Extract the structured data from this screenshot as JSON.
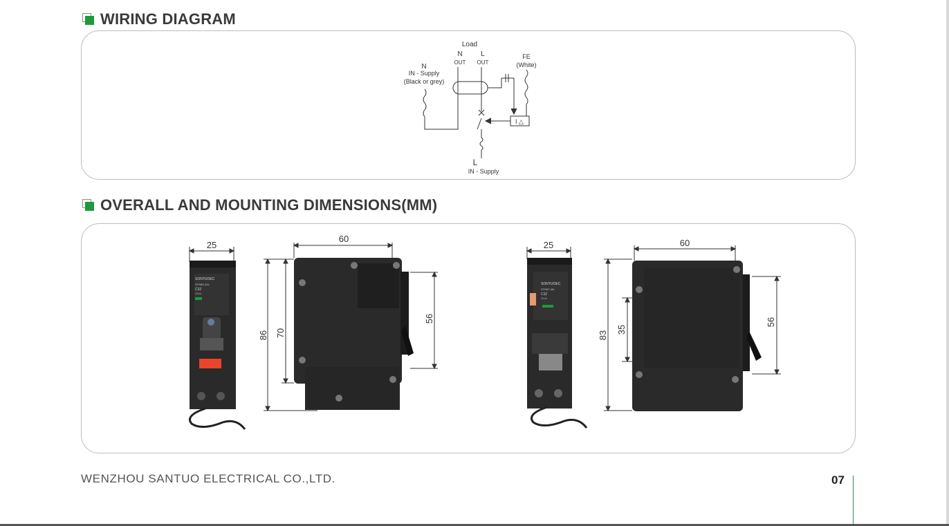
{
  "sections": {
    "wiring": {
      "title": "WIRING DIAGRAM"
    },
    "dimensions": {
      "title": "OVERALL AND MOUNTING DIMENSIONS(MM)"
    }
  },
  "wiring_diagram": {
    "load_label": "Load",
    "n_out_letter": "N",
    "n_out_label": "OUT",
    "l_out_letter": "L",
    "l_out_label": "OUT",
    "fe_label": "FE",
    "fe_color": "(White)",
    "n_in_letter": "N",
    "n_in_label": "IN - Supply",
    "n_in_color": "(Black or grey)",
    "l_in_letter": "L",
    "l_in_label": "IN - Supply",
    "relay_label": "I △"
  },
  "dimensions": {
    "product1": {
      "front_width": "25",
      "side_width": "60",
      "overall_height": "86",
      "body_height": "70",
      "mount_height": "56",
      "brand": "SONTUOEC",
      "model": "STR8S-40L",
      "rating": "C32",
      "sensitivity": "30mA"
    },
    "product2": {
      "front_width": "25",
      "side_width": "60",
      "overall_height": "83",
      "mount_height": "56",
      "inner_height": "35",
      "brand": "SONTUOEC",
      "model": "STR6T-40L",
      "rating": "C32",
      "sensitivity": "30mA"
    }
  },
  "footer": {
    "company": "WENZHOU SANTUO ELECTRICAL CO.,LTD.",
    "page": "07"
  },
  "colors": {
    "accent_green": "#1e9a3c",
    "device_body": "#2a2a2a",
    "test_button": "#e8452a"
  }
}
